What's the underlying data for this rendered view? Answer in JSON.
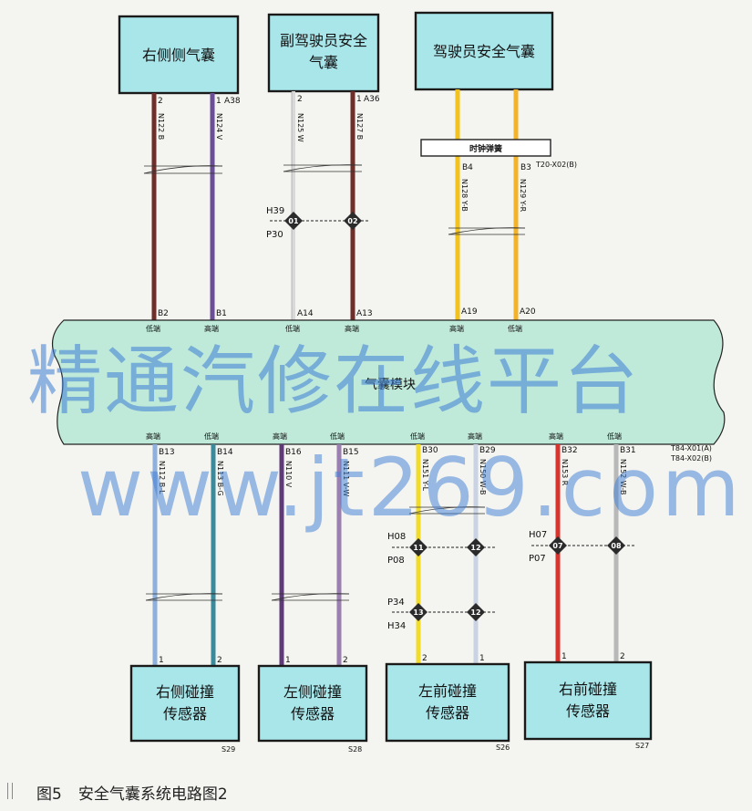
{
  "components_top": [
    {
      "id": "right-side-airbag",
      "label_lines": [
        "右侧侧气囊"
      ]
    },
    {
      "id": "passenger-airbag",
      "label_lines": [
        "副驾驶员安全",
        "气囊"
      ]
    },
    {
      "id": "driver-airbag",
      "label_lines": [
        "驾驶员安全气囊"
      ]
    }
  ],
  "components_bottom": [
    {
      "id": "right-side-crash-sensor",
      "label_lines": [
        "右侧碰撞",
        "传感器"
      ],
      "code": "S29"
    },
    {
      "id": "left-side-crash-sensor",
      "label_lines": [
        "左侧碰撞",
        "传感器"
      ],
      "code": "S28"
    },
    {
      "id": "left-front-crash-sensor",
      "label_lines": [
        "左前碰撞",
        "传感器"
      ],
      "code": "S26"
    },
    {
      "id": "right-front-crash-sensor",
      "label_lines": [
        "右前碰撞",
        "传感器"
      ],
      "code": "S27"
    }
  ],
  "module": {
    "label": "气囊模块",
    "conn_top": "",
    "conn_bottom": [
      "T84-X01(A)",
      "T84-X02(B)"
    ]
  },
  "clock_spring": {
    "label": "时钟弹簧",
    "conn": "T20-X02(B)"
  },
  "top_wires": [
    {
      "comp_pin": "2",
      "code": "N122 B",
      "module_pin": "B2",
      "type": "低端",
      "color": "#6e2f2a"
    },
    {
      "comp_pin": "1",
      "code": "N124 V",
      "module_pin": "B1",
      "type": "高端",
      "color": "#6a4e96",
      "conn": "A38"
    },
    {
      "comp_pin": "2",
      "code": "N125 W",
      "module_pin": "A14",
      "type": "低端",
      "color": "#e6e6e6"
    },
    {
      "comp_pin": "1",
      "code": "N127 B",
      "module_pin": "A13",
      "type": "高端",
      "color": "#6e2f2a",
      "conn": "A36"
    },
    {
      "comp_pin": "B4",
      "code": "N128 Y-B",
      "module_pin": "A19",
      "type": "高端",
      "color": "#f2c21d"
    },
    {
      "comp_pin": "B3",
      "code": "N129 Y-R",
      "module_pin": "A20",
      "type": "低端",
      "color": "#f2b22a"
    }
  ],
  "bottom_wires": [
    {
      "module_pin": "B13",
      "type": "高端",
      "code": "N112 B-L",
      "sensor_pin": "1",
      "color": "#8fb0dc"
    },
    {
      "module_pin": "B14",
      "type": "低端",
      "code": "N113 B-G",
      "sensor_pin": "2",
      "color": "#3b8a9c"
    },
    {
      "module_pin": "B16",
      "type": "高端",
      "code": "N110 V",
      "sensor_pin": "1",
      "color": "#5e3a78"
    },
    {
      "module_pin": "B15",
      "type": "低端",
      "code": "N111 V-W",
      "sensor_pin": "2",
      "color": "#9a7fb0"
    },
    {
      "module_pin": "B30",
      "type": "低端",
      "code": "N151 Y-L",
      "sensor_pin": "2",
      "color": "#f2dc2a"
    },
    {
      "module_pin": "B29",
      "type": "高端",
      "code": "N150 W-B",
      "sensor_pin": "1",
      "color": "#c9d3e4"
    },
    {
      "module_pin": "B32",
      "type": "高端",
      "code": "N153 R",
      "sensor_pin": "1",
      "color": "#d8342e"
    },
    {
      "module_pin": "B31",
      "type": "低端",
      "code": "N152 W-B",
      "sensor_pin": "2",
      "color": "#b8b8b8"
    }
  ],
  "splices": [
    {
      "group": "top",
      "labels": [
        "H39",
        "P30"
      ],
      "nums": [
        "01",
        "02"
      ]
    },
    {
      "group": "bottom-a",
      "labels": [
        "H08",
        "P08"
      ],
      "nums": [
        "11",
        "12"
      ]
    },
    {
      "group": "bottom-b",
      "labels": [
        "P34",
        "H34"
      ],
      "nums": [
        "13",
        "12"
      ]
    },
    {
      "group": "bottom-c",
      "labels": [
        "H07",
        "P07"
      ],
      "nums": [
        "07",
        "08"
      ]
    }
  ],
  "watermark": {
    "line1": "精通汽修在线平台",
    "line2": "www.jt269.com"
  },
  "caption": {
    "figure": "图5",
    "title": "安全气囊系统电路图2"
  },
  "colors": {
    "box_fill": "#a8e6ea",
    "module_fill": "#bfe9d9",
    "watermark": "#3d7ed6"
  }
}
